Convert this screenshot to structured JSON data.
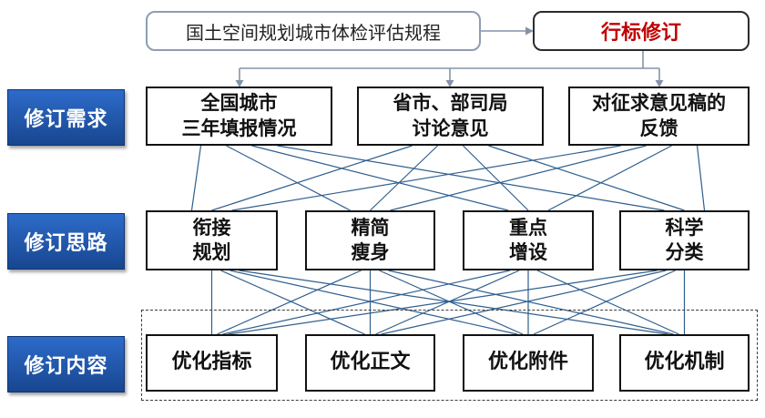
{
  "header": {
    "source_doc": "国土空间规划城市体检评估规程",
    "action": "行标修订"
  },
  "sections": [
    {
      "label": "修订需求"
    },
    {
      "label": "修订思路"
    },
    {
      "label": "修订内容"
    }
  ],
  "needs": [
    {
      "lines": [
        "全国城市",
        "三年填报情况"
      ]
    },
    {
      "lines": [
        "省市、部司局",
        "讨论意见"
      ]
    },
    {
      "lines": [
        "对征求意见稿的",
        "反馈"
      ]
    }
  ],
  "approaches": [
    {
      "lines": [
        "衔接",
        "规划"
      ]
    },
    {
      "lines": [
        "精简",
        "瘦身"
      ]
    },
    {
      "lines": [
        "重点",
        "增设"
      ]
    },
    {
      "lines": [
        "科学",
        "分类"
      ]
    }
  ],
  "contents": [
    {
      "label": "优化指标"
    },
    {
      "label": "优化正文"
    },
    {
      "label": "优化附件"
    },
    {
      "label": "优化机制"
    }
  ],
  "colors": {
    "section_label_bg": "#1f56a8",
    "action_text": "#c00000",
    "connector": "#2f5f8f",
    "flow_arrow": "#8494a8"
  }
}
